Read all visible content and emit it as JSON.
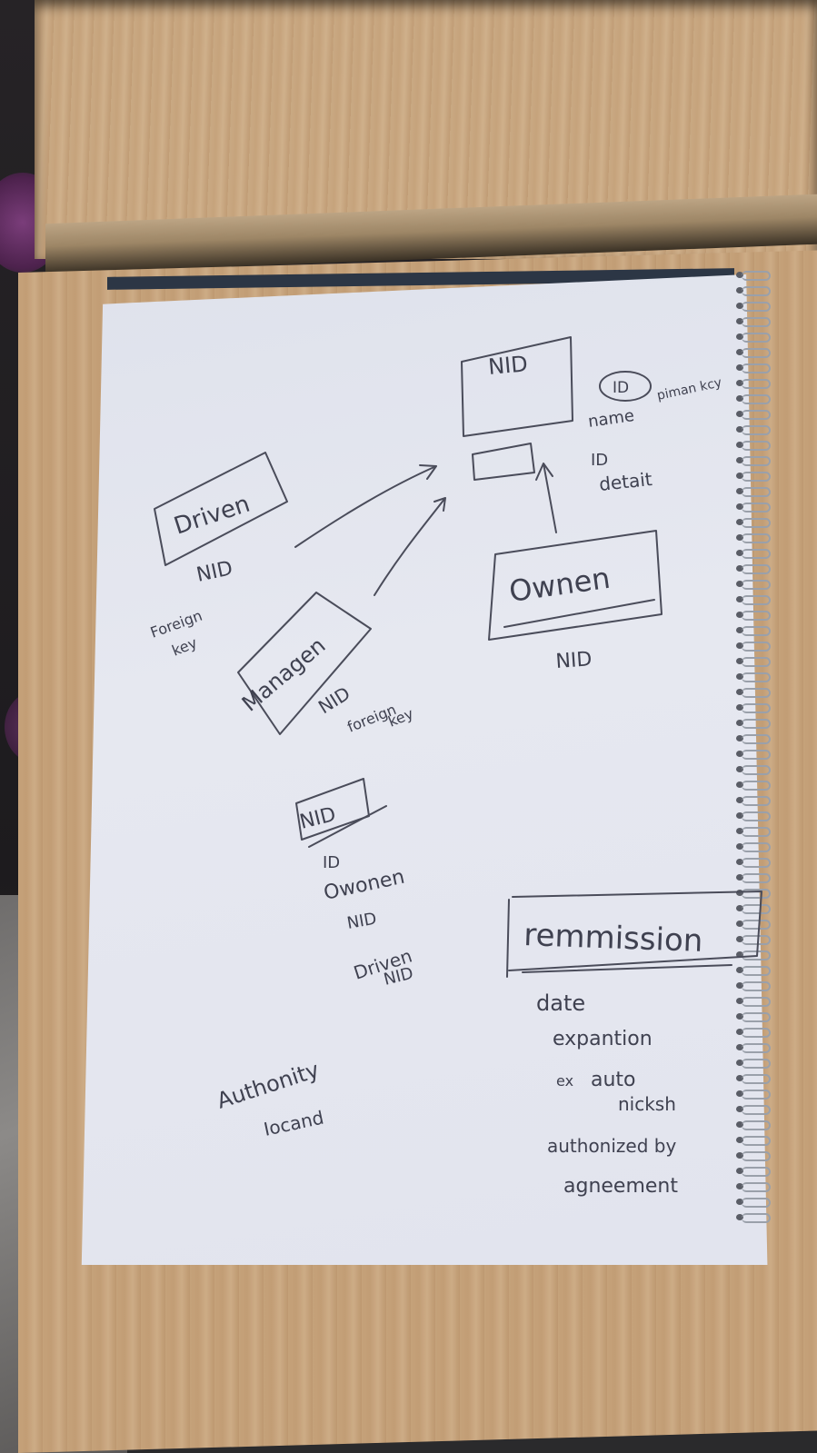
{
  "notebook": {
    "top_entity": {
      "title": "NID"
    },
    "top_attrs": {
      "id": "ID",
      "primary_key": "piman kcy",
      "name": "name",
      "id_detail_1": "ID",
      "id_detail_2": "detait"
    },
    "driver": {
      "title": "Driven",
      "attr": "NID",
      "note_1": "Foreign",
      "note_2": "key"
    },
    "manager": {
      "title": "Managen",
      "attr": "NID",
      "note_1": "foreign",
      "note_2": "key"
    },
    "owner": {
      "title": "Ownen",
      "attr": "NID"
    },
    "nid_table": {
      "title": "NID",
      "f1": "ID",
      "f2": "Owonen",
      "f3": "NID",
      "f4": "Driven",
      "f5": "NID"
    },
    "authority": {
      "line_1": "Authonity",
      "line_2": "Iocand"
    },
    "permission": {
      "title": "remmission",
      "a1": "date",
      "a2": "expantion",
      "a3_icon": "ex",
      "a3": "auto",
      "a4": "nicksh",
      "a5": "authonized by",
      "a6": "agneement"
    }
  }
}
